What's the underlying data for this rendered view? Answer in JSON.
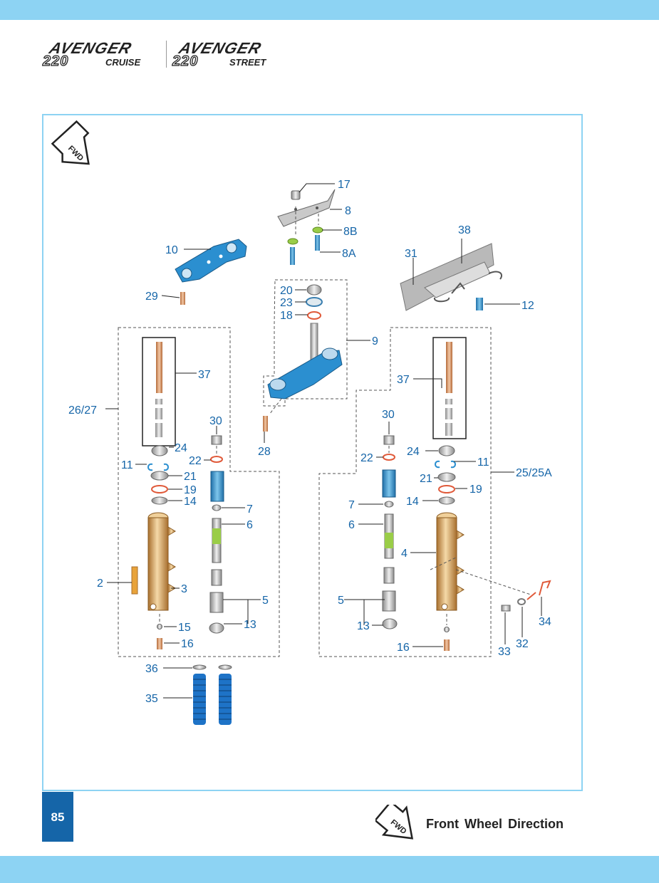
{
  "header": {
    "logo_brand_left": "AVENGER",
    "logo_model_left": "220",
    "logo_sub_left": "CRUISE",
    "logo_brand_right": "AVENGER",
    "logo_model_right": "220",
    "logo_sub_right": "STREET"
  },
  "diagram": {
    "fwd_icon_text": "FWD",
    "callouts": [
      "17",
      "8",
      "8B",
      "8A",
      "10",
      "29",
      "38",
      "31",
      "12",
      "20",
      "23",
      "18",
      "9",
      "28",
      "37",
      "26/27",
      "30",
      "24",
      "22",
      "11",
      "21",
      "19",
      "14",
      "7",
      "6",
      "2",
      "3",
      "5",
      "15",
      "13",
      "16",
      "37",
      "30",
      "22",
      "24",
      "11",
      "25/25A",
      "21",
      "19",
      "14",
      "7",
      "6",
      "4",
      "5",
      "13",
      "16",
      "34",
      "32",
      "33",
      "36",
      "35"
    ]
  },
  "footer": {
    "page_number": "85",
    "legend_icon_text": "FWD",
    "legend_text": "Front Wheel Direction"
  },
  "colors": {
    "band": "#8dd3f3",
    "frame": "#8dd3f3",
    "callout_text": "#1565a8",
    "page_badge": "#1565a8",
    "part_blue": "#2b8fd0",
    "part_gold": "#c8924a"
  }
}
